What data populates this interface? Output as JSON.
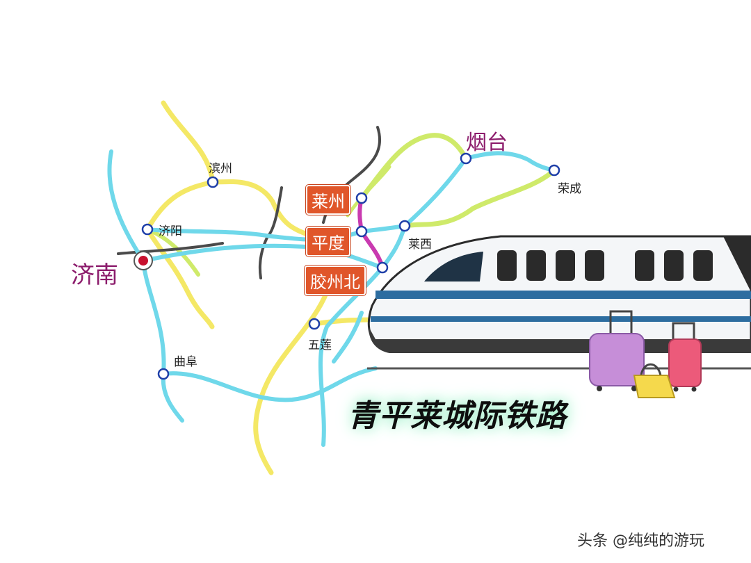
{
  "map": {
    "title": "青平莱城际铁路",
    "watermark": "头条 @纯纯的游玩",
    "origin_city": "济南",
    "highlight_city": "烟台",
    "highlighted_stations": [
      "莱州",
      "平度",
      "胶州北"
    ],
    "stations": [
      "滨州",
      "济阳",
      "荣成",
      "莱西",
      "五莲",
      "曲阜"
    ],
    "colors": {
      "cyan_line": "#6fd8ea",
      "yellow_line": "#f4e866",
      "green_line": "#cfea6a",
      "dark_line": "#4a4a4a",
      "focus_line": "#c93ab0",
      "tag_bg": "#e0562a",
      "station_ring": "#1f3fa8",
      "city_purple": "#8c1c6c"
    }
  }
}
